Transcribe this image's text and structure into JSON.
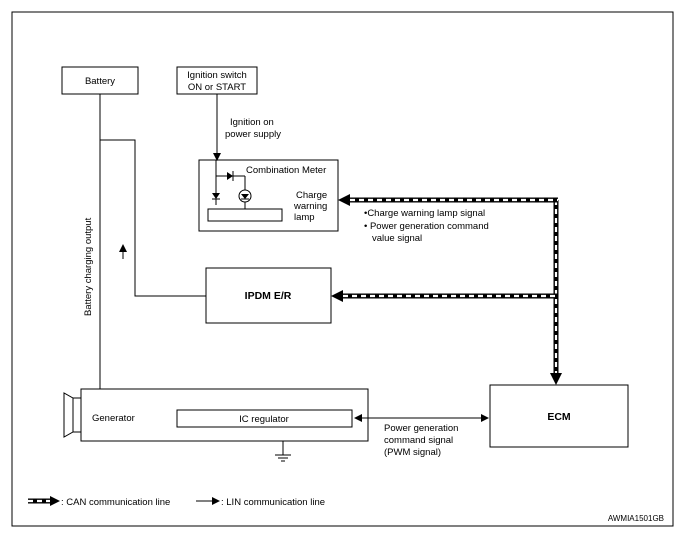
{
  "frame": {
    "footer_code": "AWMIA1501GB"
  },
  "components": {
    "battery": "Battery",
    "ignition_switch_line1": "Ignition switch",
    "ignition_switch_line2": "ON or START",
    "combination_meter": "Combination Meter",
    "charge_lamp_line1": "Charge",
    "charge_lamp_line2": "warning",
    "charge_lamp_line3": "lamp",
    "ipdm": "IPDM E/R",
    "generator": "Generator",
    "ic_regulator": "IC regulator",
    "ecm": "ECM"
  },
  "signals": {
    "ignition_power_line1": "Ignition on",
    "ignition_power_line2": "power supply",
    "battery_output": "Battery charging output",
    "can_signal_1": "•Charge warning lamp signal",
    "can_signal_2": "• Power generation command",
    "can_signal_3": "value signal",
    "lin_signal_1": "Power generation",
    "lin_signal_2": "command signal",
    "lin_signal_3": "(PWM signal)"
  },
  "legend": {
    "can_label": ": CAN communication line",
    "lin_label": ": LIN communication line"
  },
  "colors": {
    "line": "#000000",
    "background": "#ffffff"
  }
}
